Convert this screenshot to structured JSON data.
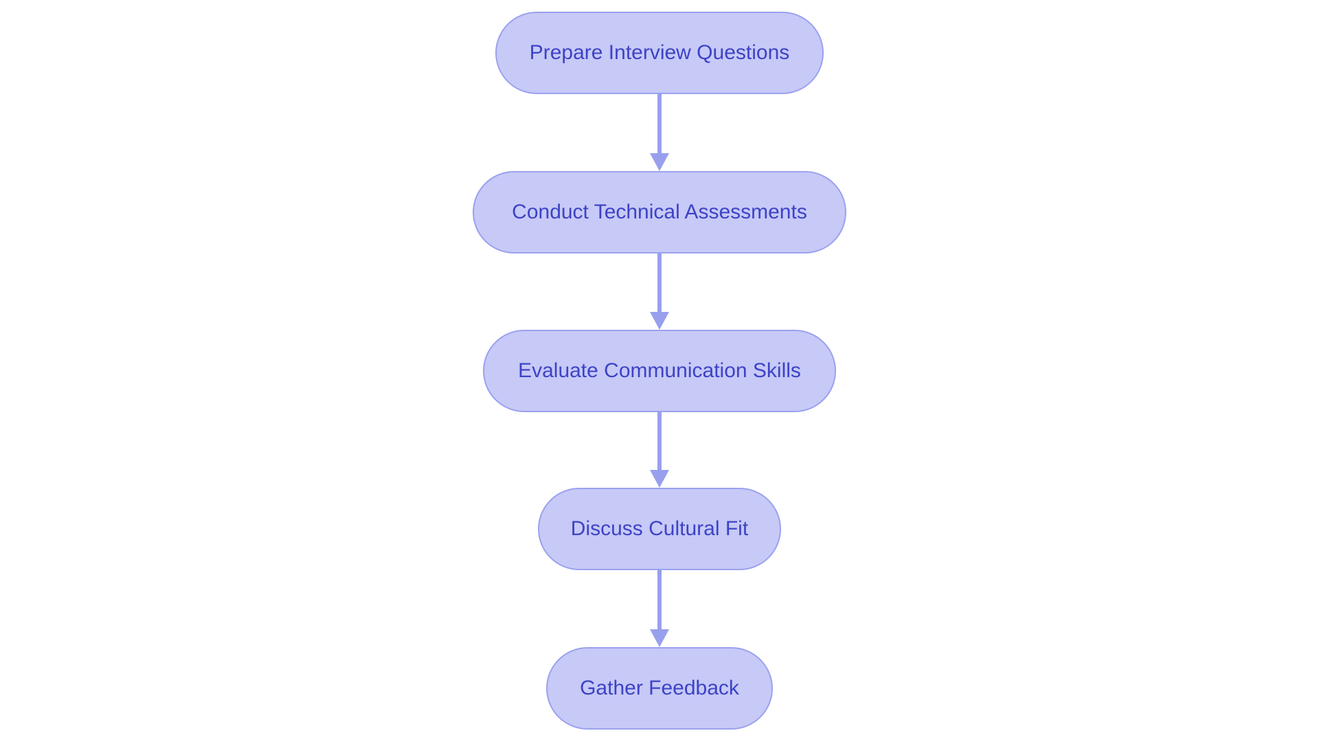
{
  "flowchart": {
    "type": "vertical-process-flow",
    "nodes": [
      {
        "id": 1,
        "label": "Prepare Interview Questions"
      },
      {
        "id": 2,
        "label": "Conduct Technical Assessments"
      },
      {
        "id": 3,
        "label": "Evaluate Communication Skills"
      },
      {
        "id": 4,
        "label": "Discuss Cultural Fit"
      },
      {
        "id": 5,
        "label": "Gather Feedback"
      }
    ],
    "connections": [
      {
        "from": 1,
        "to": 2
      },
      {
        "from": 2,
        "to": 3
      },
      {
        "from": 3,
        "to": 4
      },
      {
        "from": 4,
        "to": 5
      }
    ]
  },
  "colors": {
    "node_fill": "#c7c9f7",
    "node_border": "#9ba1ef",
    "node_text": "#3c43c5",
    "arrow": "#98a0ee",
    "background": "#ffffff"
  }
}
